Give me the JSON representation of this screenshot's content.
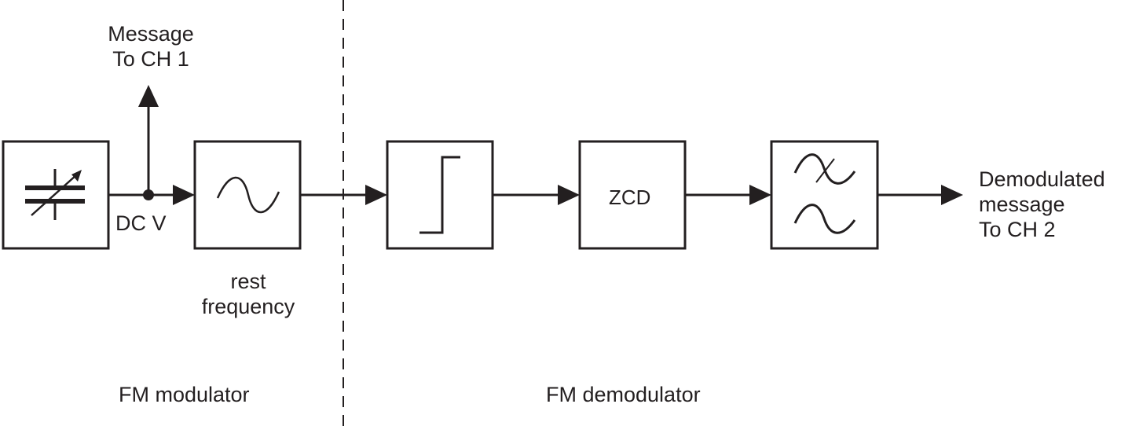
{
  "colors": {
    "line": "#231f20",
    "background": "#ffffff"
  },
  "labels": {
    "message_line1": "Message",
    "message_line2": "To CH 1",
    "dc_v": "DC V",
    "rest_line1": "rest",
    "rest_line2": "frequency",
    "zcd": "ZCD",
    "demod_line1": "Demodulated",
    "demod_line2": "message",
    "demod_line3": "To CH 2",
    "fm_modulator": "FM modulator",
    "fm_demodulator": "FM demodulator"
  },
  "blocks": [
    {
      "id": "variable-capacitor",
      "icon": "variable-capacitor-icon"
    },
    {
      "id": "vco",
      "icon": "sine-wave-icon"
    },
    {
      "id": "comparator",
      "icon": "step-icon"
    },
    {
      "id": "zcd",
      "icon": ""
    },
    {
      "id": "low-pass-filter",
      "icon": "filter-icon"
    }
  ]
}
